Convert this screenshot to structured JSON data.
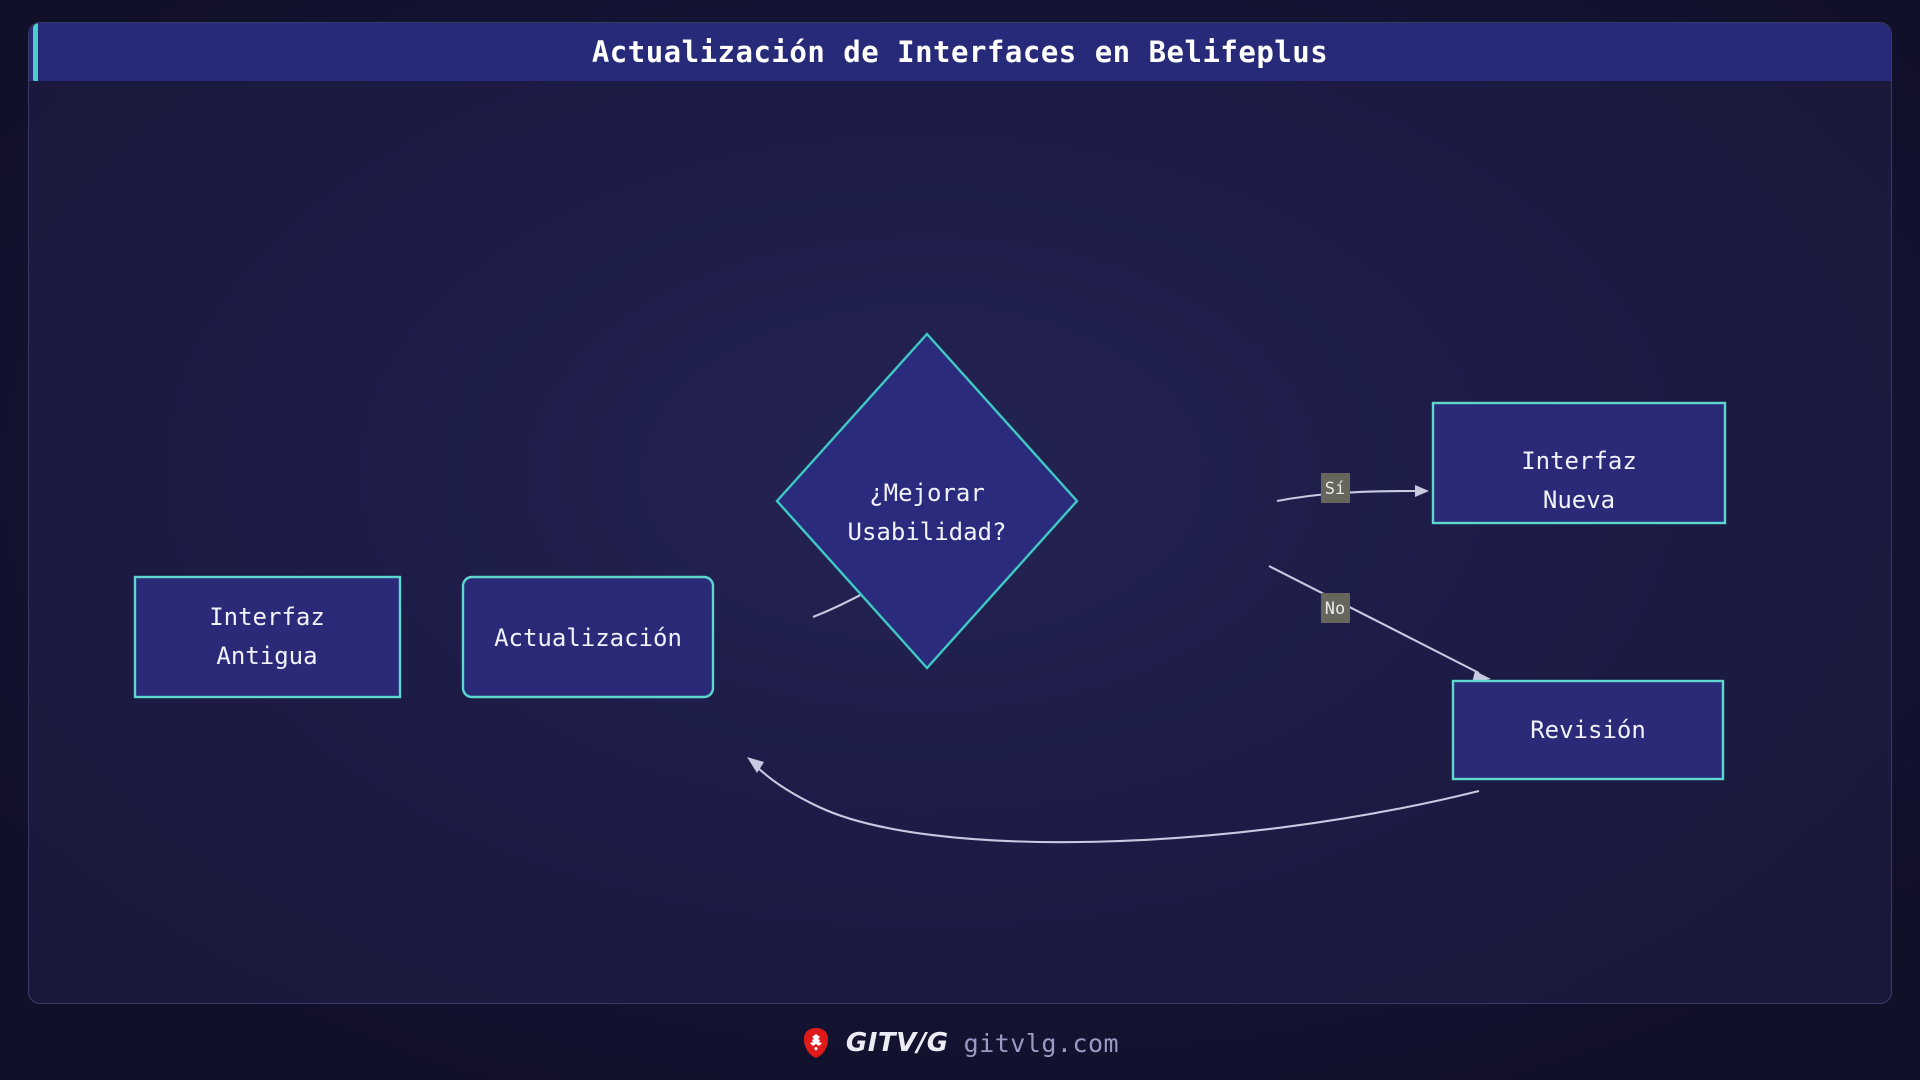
{
  "header": {
    "title": "Actualización de Interfaces en Belifeplus",
    "accent_color": "#48d0c8",
    "background_color": "#272a78"
  },
  "diagram": {
    "type": "flowchart",
    "orientation": "left-to-right",
    "node_border_color": "#5ed8cf",
    "node_fill_color": "#2a2a78",
    "edge_color": "#c9c9e2",
    "nodes": [
      {
        "id": "interfaz_antigua",
        "label_line1": "Interfaz",
        "label_line2": "Antigua",
        "shape": "rectangle"
      },
      {
        "id": "actualizacion",
        "label_line1": "Actualización",
        "label_line2": "",
        "shape": "rounded-rectangle"
      },
      {
        "id": "mejorar",
        "label_line1": "¿Mejorar",
        "label_line2": "Usabilidad?",
        "shape": "diamond"
      },
      {
        "id": "interfaz_nueva",
        "label_line1": "Interfaz",
        "label_line2": "Nueva",
        "shape": "rectangle"
      },
      {
        "id": "revision",
        "label_line1": "Revisión",
        "label_line2": "",
        "shape": "rectangle"
      }
    ],
    "edges": [
      {
        "from": "interfaz_antigua",
        "to": "actualizacion",
        "label": ""
      },
      {
        "from": "actualizacion",
        "to": "mejorar",
        "label": ""
      },
      {
        "from": "mejorar",
        "to": "interfaz_nueva",
        "label": "Sí"
      },
      {
        "from": "mejorar",
        "to": "revision",
        "label": "No"
      },
      {
        "from": "revision",
        "to": "actualizacion",
        "label": ""
      }
    ]
  },
  "footer": {
    "brand_name": "GITV/G",
    "url": "gitvlg.com",
    "logo_color": "#e01a1a"
  }
}
